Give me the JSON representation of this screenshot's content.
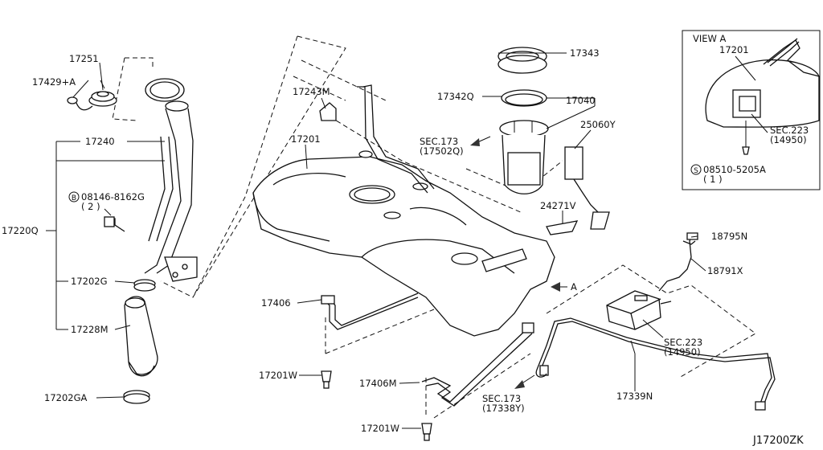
{
  "labels": {
    "p17251": "17251",
    "p17429a": "17429+A",
    "p17240": "17240",
    "p08146": "08146-8162G",
    "p08146_qty": "( 2 )",
    "p17220q": "17220Q",
    "p17202g": "17202G",
    "p17228m": "17228M",
    "p17202ga": "17202GA",
    "p17243m": "17243M",
    "p17201": "17201",
    "p17343": "17343",
    "p17342q": "17342Q",
    "p17040": "17040",
    "p25060y": "25060Y",
    "sec173_a": "SEC.173",
    "sec173_a_sub": "(17502Q)",
    "p24271v": "24271V",
    "p17406": "17406",
    "p17201w_a": "17201W",
    "p17406m": "17406M",
    "p17201w_b": "17201W",
    "sec173_b": "SEC.173",
    "sec173_b_sub": "(17338Y)",
    "p18795n": "18795N",
    "p18791x": "18791X",
    "sec223_a": "SEC.223",
    "sec223_a_sub": "(14950)",
    "p17339n": "17339N",
    "arrow_a": "A",
    "view_a": "VIEW A",
    "view_17201": "17201",
    "sec223_b": "SEC.223",
    "sec223_b_sub": "(14950)",
    "p08510": "08510-5205A",
    "p08510_qty": "( 1 )",
    "drawing_id": "J17200ZK"
  },
  "symbols": {
    "bolt_b": "B",
    "screw_s": "S"
  }
}
